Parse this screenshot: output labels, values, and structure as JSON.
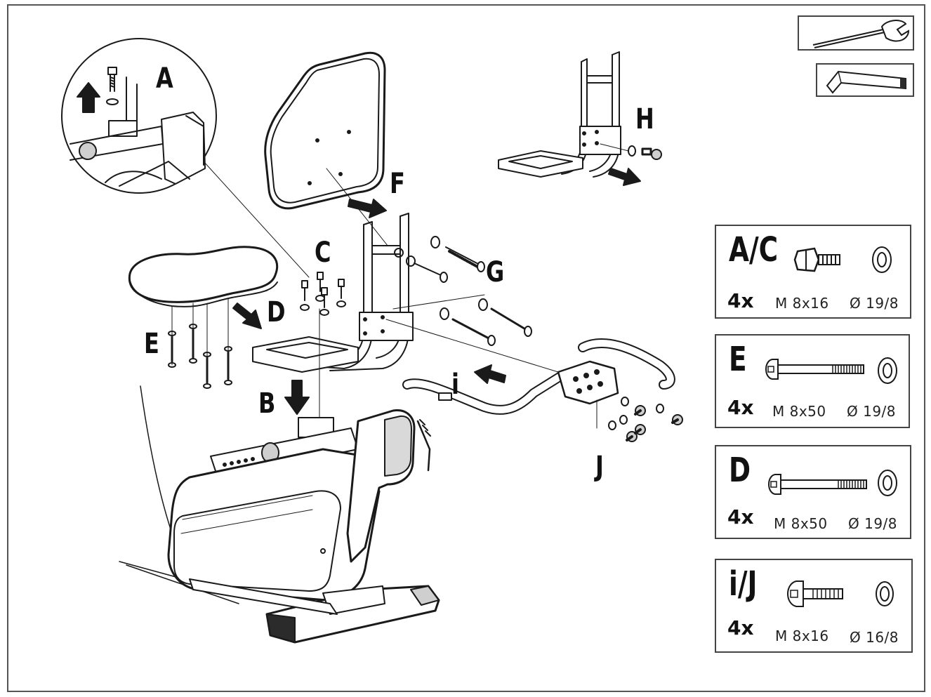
{
  "labels": {
    "a": "A",
    "b": "B",
    "c": "C",
    "d": "D",
    "e": "E",
    "f": "F",
    "g": "G",
    "h": "H",
    "i": "i",
    "j": "J"
  },
  "tools": [
    {
      "name": "wrench-icon"
    },
    {
      "name": "hex-key-icon"
    }
  ],
  "hardware": [
    {
      "title": "A/C",
      "qty": "4x",
      "size": "M 8x16",
      "washer": "Ø 19/8",
      "bolt": "hex-bolt-short"
    },
    {
      "title": "E",
      "qty": "4x",
      "size": "M 8x50",
      "washer": "Ø 19/8",
      "bolt": "allen-bolt-long"
    },
    {
      "title": "D",
      "qty": "4x",
      "size": "M 8x50",
      "washer": "Ø 19/8",
      "bolt": "allen-bolt-long"
    },
    {
      "title": "i/J",
      "qty": "4x",
      "size": "M 8x16",
      "washer": "Ø 16/8",
      "bolt": "allen-bolt-short"
    }
  ],
  "colors": {
    "line": "#1a1a1a",
    "fill_dark": "#2b2b2b",
    "fill_mid": "#d9d9d9"
  }
}
